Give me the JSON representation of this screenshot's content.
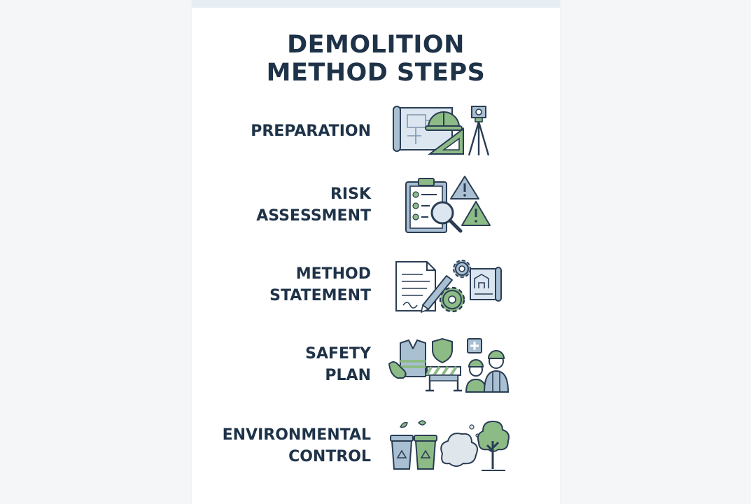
{
  "title": {
    "line1": "DEMOLITION",
    "line2": "METHOD STEPS"
  },
  "colors": {
    "navy": "#1e3248",
    "green": "#8dbb86",
    "blue": "#a9bfd2",
    "outline": "#2a3d54"
  },
  "steps": [
    {
      "line1": "PREPARATION",
      "line2": "",
      "icon": "blueprint-hardhat-tripod-icon"
    },
    {
      "line1": "RISK",
      "line2": "ASSESSMENT",
      "icon": "clipboard-magnifier-warning-icon"
    },
    {
      "line1": "METHOD",
      "line2": "STATEMENT",
      "icon": "document-pencil-gears-icon"
    },
    {
      "line1": "SAFETY",
      "line2": "PLAN",
      "icon": "safety-vest-barrier-workers-icon"
    },
    {
      "line1": "ENVIRONMENTAL",
      "line2": "CONTROL",
      "icon": "recycle-bins-dust-tree-icon"
    }
  ]
}
